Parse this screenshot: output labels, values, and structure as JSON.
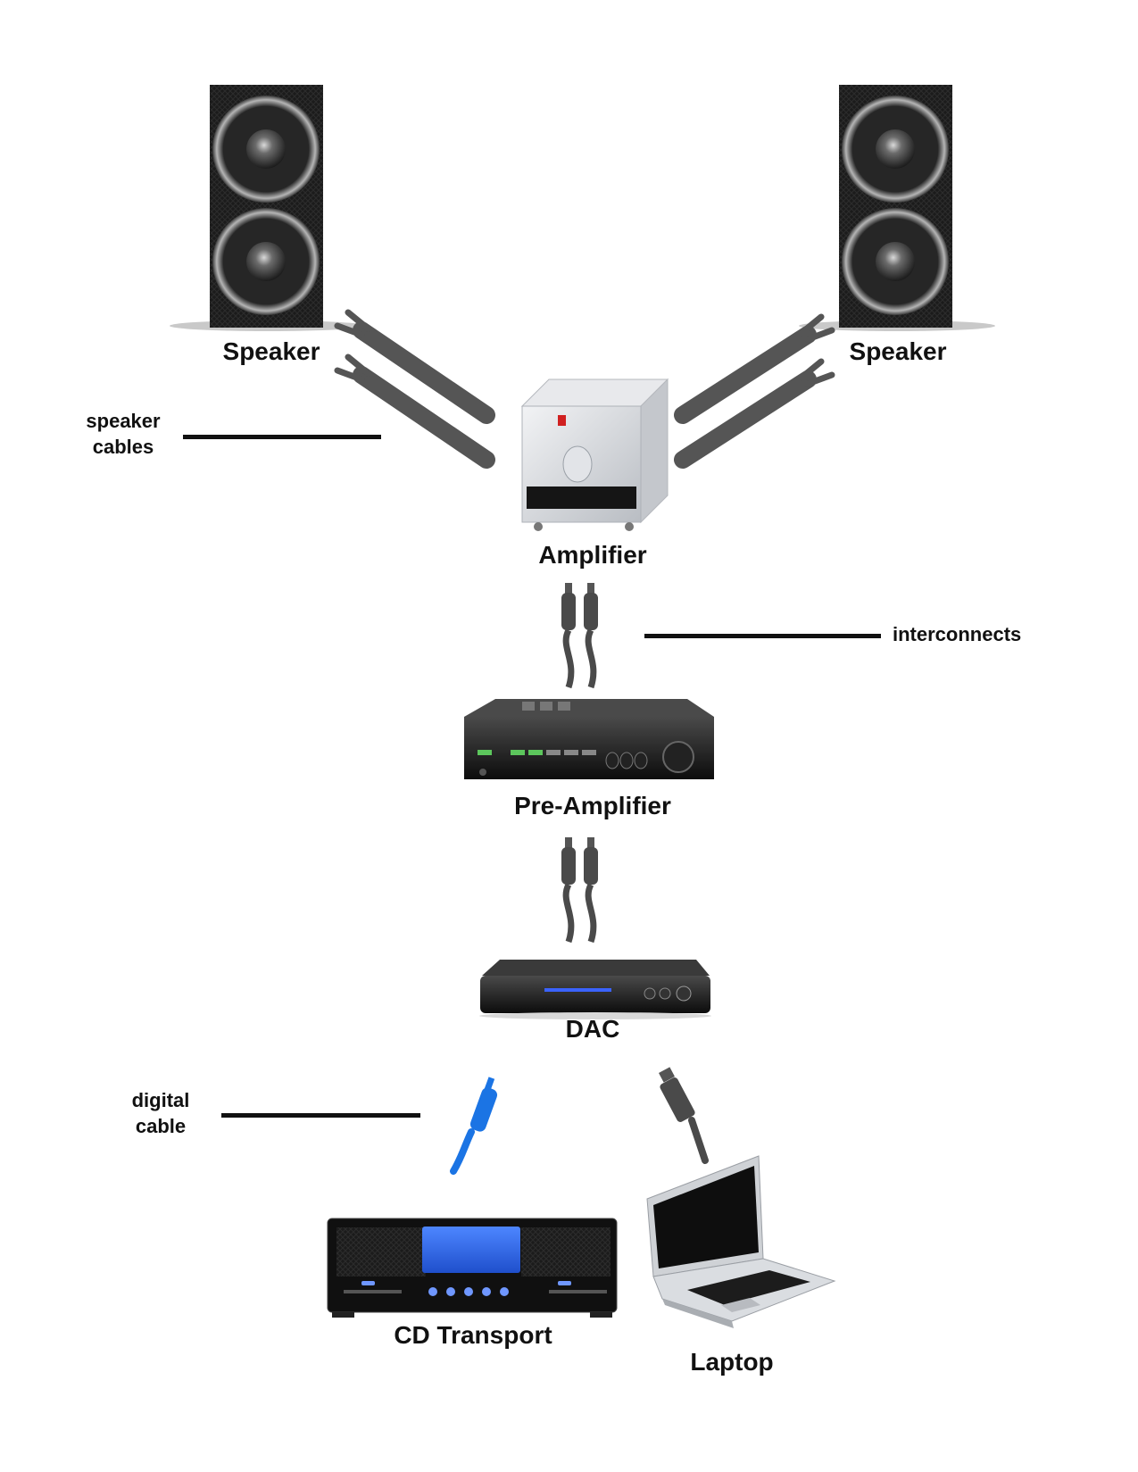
{
  "labels": {
    "speaker_left": "Speaker",
    "speaker_right": "Speaker",
    "amplifier": "Amplifier",
    "pre_amplifier": "Pre-Amplifier",
    "dac": "DAC",
    "cd_transport": "CD Transport",
    "laptop": "Laptop"
  },
  "callouts": {
    "speaker_cables_line1": "speaker",
    "speaker_cables_line2": "cables",
    "interconnects": "interconnects",
    "digital_cable_line1": "digital",
    "digital_cable_line2": "cable"
  },
  "colors": {
    "cable_gray": "#4a4a4a",
    "digital_cable": "#1b74e4",
    "device_dark": "#1a1a1a",
    "amp_silver": "#d6d9dd",
    "screen_blue": "#2f6fe0"
  },
  "icons": {
    "speaker": "speaker-icon",
    "amplifier": "amplifier-icon",
    "pre_amplifier": "pre-amplifier-icon",
    "dac": "dac-icon",
    "cd_transport": "cd-transport-icon",
    "laptop": "laptop-icon",
    "spade_cable": "spade-connector-icon",
    "rca_cable": "rca-connector-icon",
    "usb_cable": "usb-connector-icon"
  }
}
